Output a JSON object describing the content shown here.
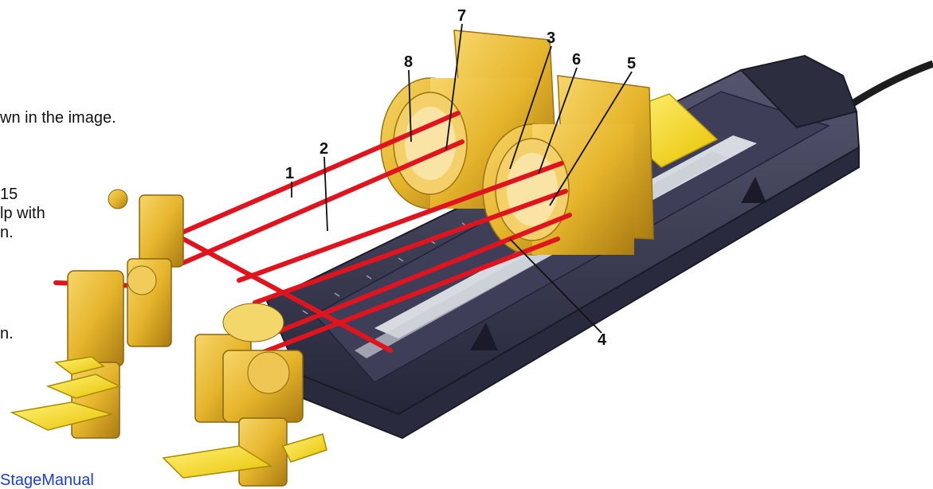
{
  "page_text": {
    "line1": "wn in the image.",
    "line2": "15",
    "line3": "lp with",
    "line4": "n.",
    "line5": "n.",
    "link": "StageManual"
  },
  "callouts": [
    "1",
    "2",
    "3",
    "4",
    "5",
    "6",
    "7",
    "8"
  ],
  "colors": {
    "beam": "#e0141e",
    "brass": "#e6b52c",
    "rail": "#3b3b54",
    "link": "#1a3fd8"
  }
}
